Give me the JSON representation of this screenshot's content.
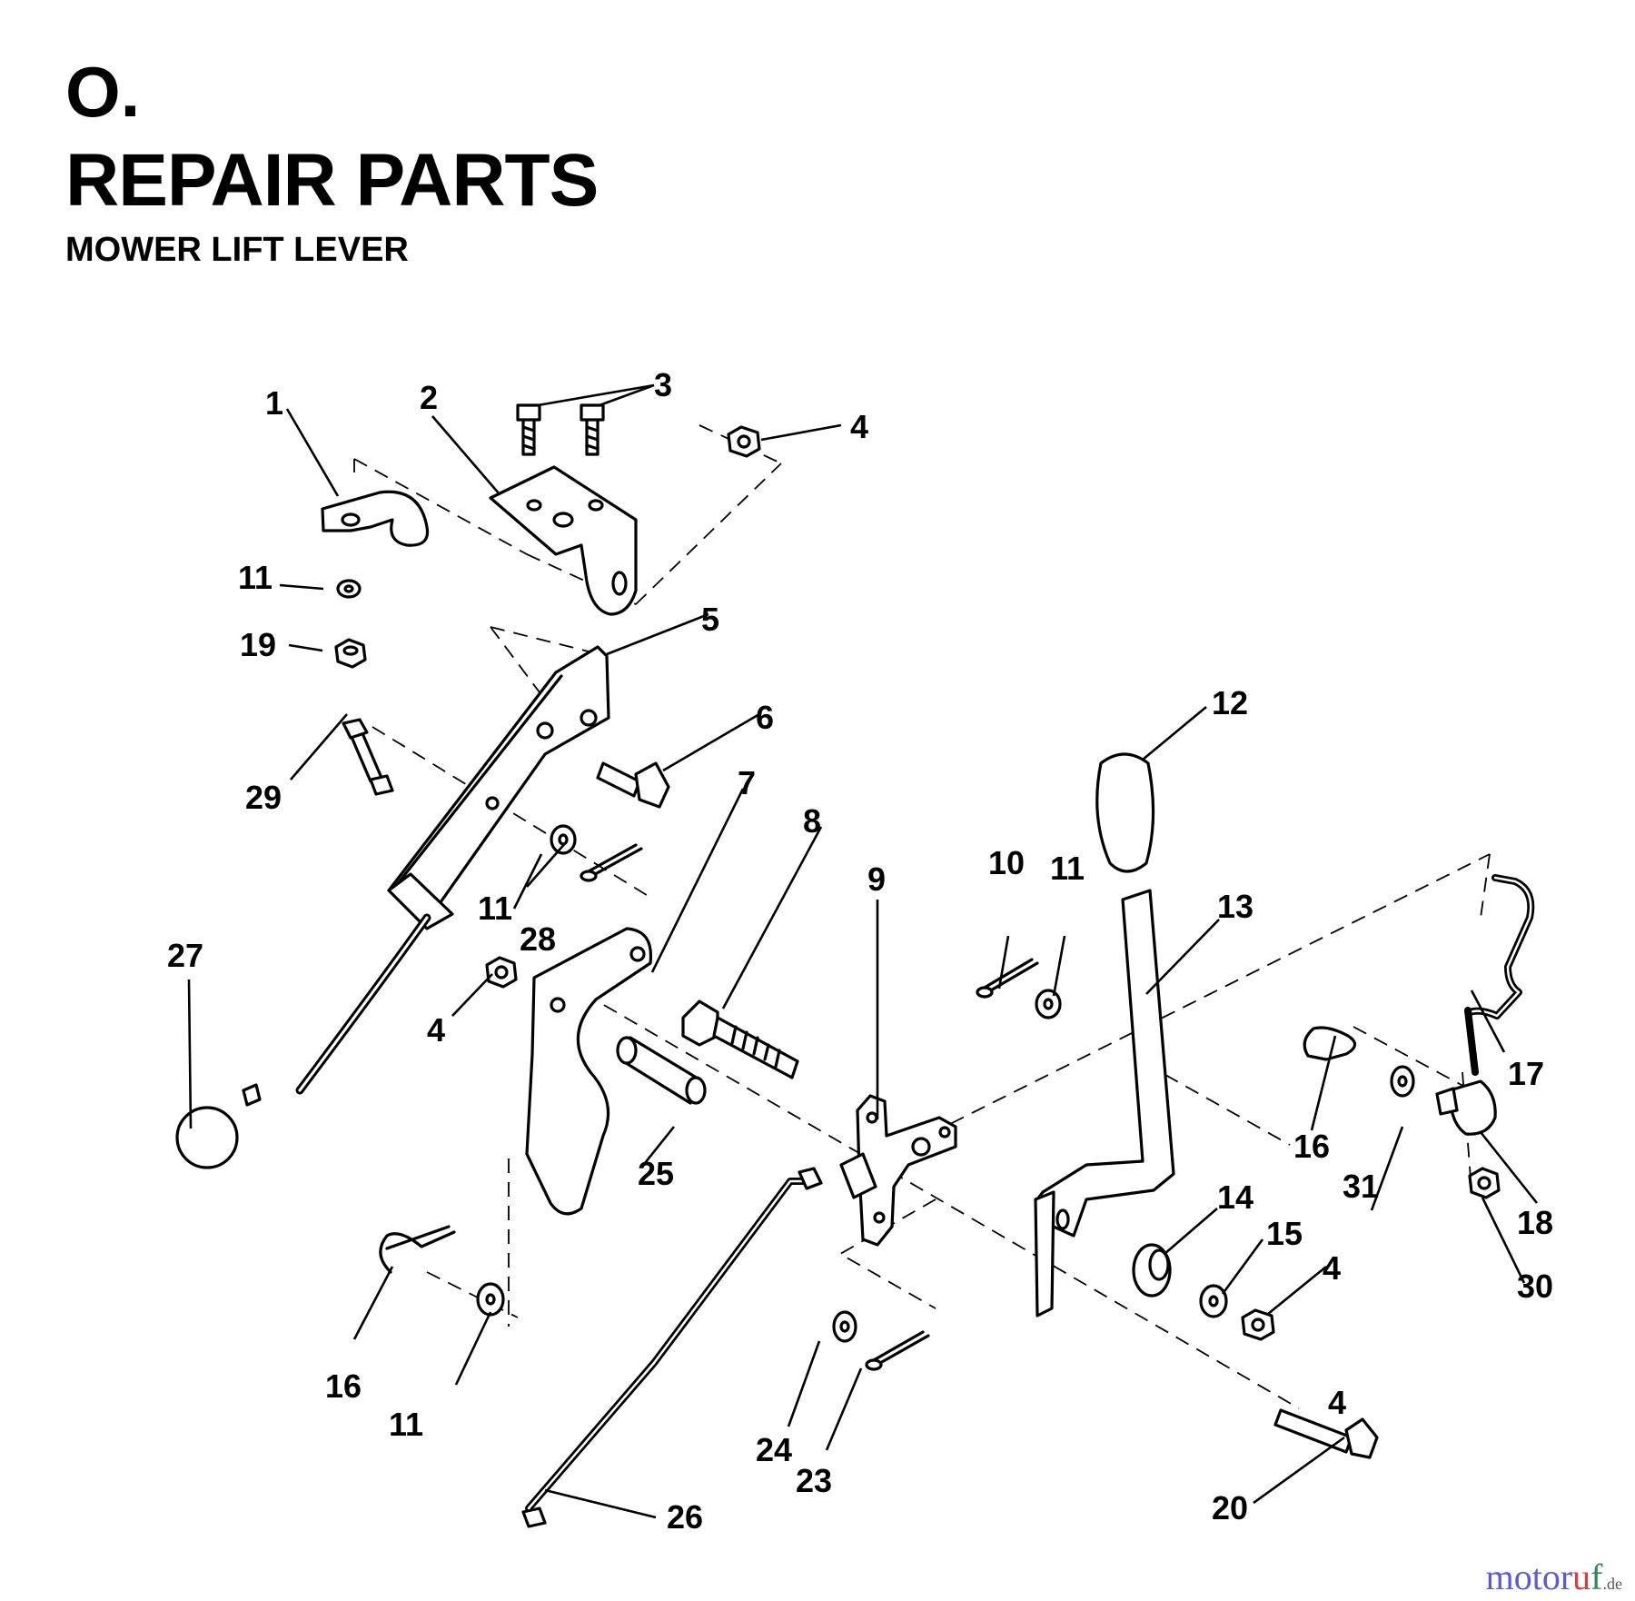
{
  "header": {
    "section": "O.",
    "title": "REPAIR PARTS",
    "subtitle": "MOWER LIFT LEVER"
  },
  "callouts": [
    "1",
    "2",
    "3",
    "4",
    "4",
    "4",
    "4",
    "5",
    "6",
    "7",
    "8",
    "9",
    "10",
    "11",
    "11",
    "11",
    "11",
    "12",
    "13",
    "14",
    "15",
    "16",
    "16",
    "17",
    "18",
    "19",
    "20",
    "23",
    "24",
    "25",
    "26",
    "27",
    "28",
    "29",
    "30",
    "31"
  ],
  "watermark": {
    "brand_a": "motor",
    "brand_b": "u",
    "brand_c": "f",
    "tld": ".de"
  }
}
